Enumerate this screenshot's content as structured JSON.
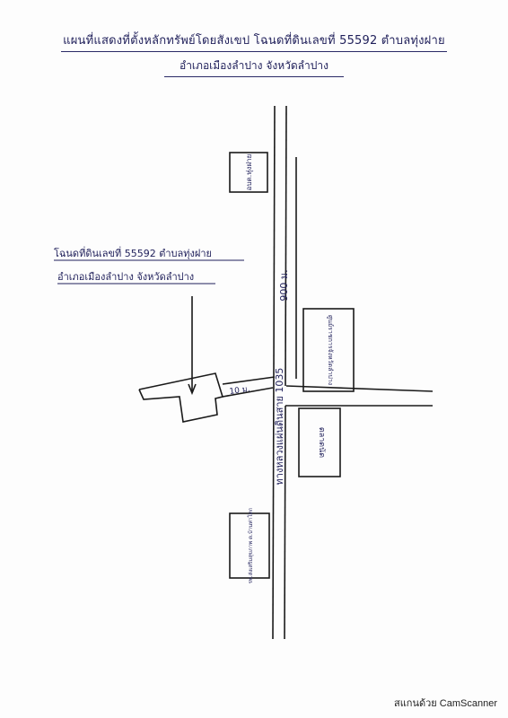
{
  "map": {
    "title_line1": "แผนที่แสดงที่ตั้งหลักทรัพย์โดยสังเขป โฉนดที่ดินเลขที่ 55592 ตำบลทุ่งฝาย",
    "title_line2": "อำเภอเมืองลำปาง จังหวัดลำปาง",
    "road_name": "ทางหลวงแผ่นดินสาย 1035",
    "distance_label": "900 ม.",
    "lane_width_label": "10 ม.",
    "subject_label_line1": "โฉนดที่ดินเลขที่ 55592 ตำบลทุ่งฝาย",
    "subject_label_line2": "อำเภอเมืองลำปาง จังหวัดลำปาง",
    "landmark_top_left": "อบต.ทุ่งฝาย",
    "landmark_right_top": "ศูนย์ราชการจังหวัดลำปาง",
    "landmark_right_bottom": "ตลาดนัด",
    "landmark_bottom_left": "รพ.ส่งเสริมสุขภาพ ต.บ้านท่าโทก"
  },
  "colors": {
    "ink": "#1f1f5a",
    "paper": "#fdfdfd"
  },
  "footer": {
    "scanner_label": "สแกนด้วย CamScanner"
  }
}
